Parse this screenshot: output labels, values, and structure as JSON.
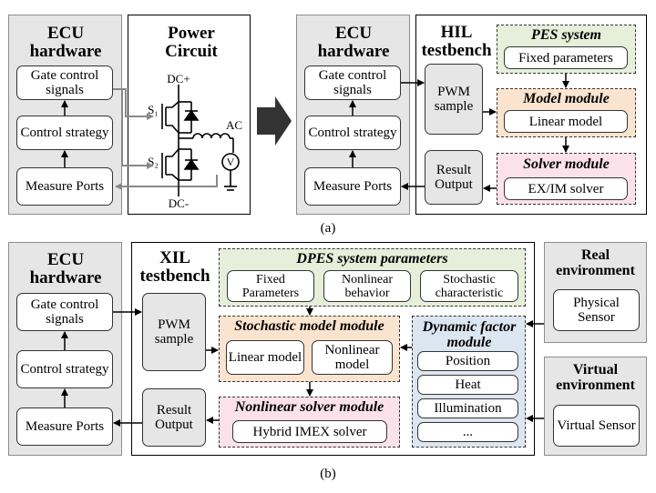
{
  "panel_a": {
    "caption": "(a)",
    "ecu_left": {
      "title": "ECU hardware",
      "gate": "Gate control signals",
      "control": "Control strategy",
      "measure": "Measure Ports"
    },
    "power_circuit": {
      "title": "Power Circuit",
      "dc_plus": "DC+",
      "dc_minus": "DC-",
      "ac": "AC",
      "s1": "S₁",
      "s2": "S₂",
      "meter": "V"
    },
    "ecu_right": {
      "title": "ECU hardware",
      "gate": "Gate control signals",
      "control": "Control strategy",
      "measure": "Measure Ports"
    },
    "hil": {
      "title": "HIL testbench",
      "pwm": "PWM sample",
      "result": "Result Output",
      "pes_title": "PES system",
      "pes_item": "Fixed parameters",
      "model_title": "Model module",
      "model_item": "Linear model",
      "solver_title": "Solver module",
      "solver_item": "EX/IM solver"
    }
  },
  "panel_b": {
    "caption": "(b)",
    "ecu": {
      "title": "ECU hardware",
      "gate": "Gate control signals",
      "control": "Control strategy",
      "measure": "Measure Ports"
    },
    "xil": {
      "title": "XIL testbench",
      "pwm": "PWM sample",
      "result": "Result Output",
      "dpes_title": "DPES system parameters",
      "dpes_items": [
        "Fixed Parameters",
        "Nonlinear behavior",
        "Stochastic characteristic"
      ],
      "stoch_title": "Stochastic model module",
      "stoch_items": [
        "Linear model",
        "Nonlinear model"
      ],
      "nls_title": "Nonlinear solver module",
      "nls_item": "Hybrid IMEX solver",
      "dyn_title": "Dynamic factor module",
      "dyn_items": [
        "Position",
        "Heat",
        "Illumination",
        "..."
      ]
    },
    "real_env": {
      "title": "Real environment",
      "sensor": "Physical Sensor"
    },
    "virtual_env": {
      "title": "Virtual environment",
      "sensor": "Virtual Sensor"
    }
  }
}
